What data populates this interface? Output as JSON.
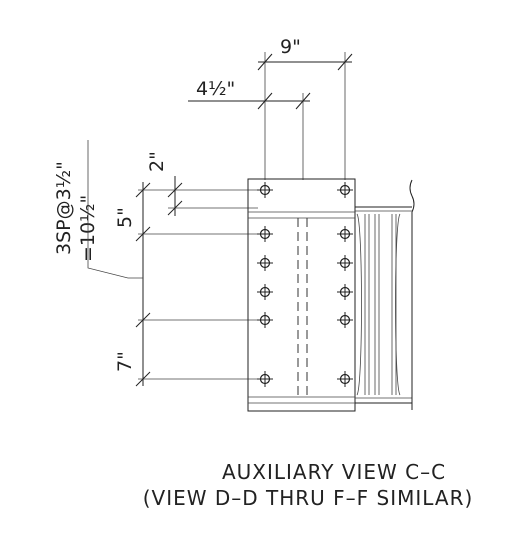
{
  "dimensions": {
    "top_width": "9\"",
    "half_width": "4½\"",
    "edge_top": "2\"",
    "first_gauge": "5\"",
    "bottom": "7\"",
    "spacing_line1": "3SP@3½\"",
    "spacing_line2": "=10½\""
  },
  "caption": {
    "line1": "AUXILIARY VIEW C–C",
    "line2": "(VIEW D–D THRU F–F SIMILAR)"
  },
  "bolt_rows": [
    {
      "left": true,
      "right": true
    },
    {
      "left": true,
      "right": true
    },
    {
      "left": true,
      "right": true
    },
    {
      "left": true,
      "right": true
    },
    {
      "left": true,
      "right": true
    },
    {
      "left": true,
      "right": true
    }
  ]
}
